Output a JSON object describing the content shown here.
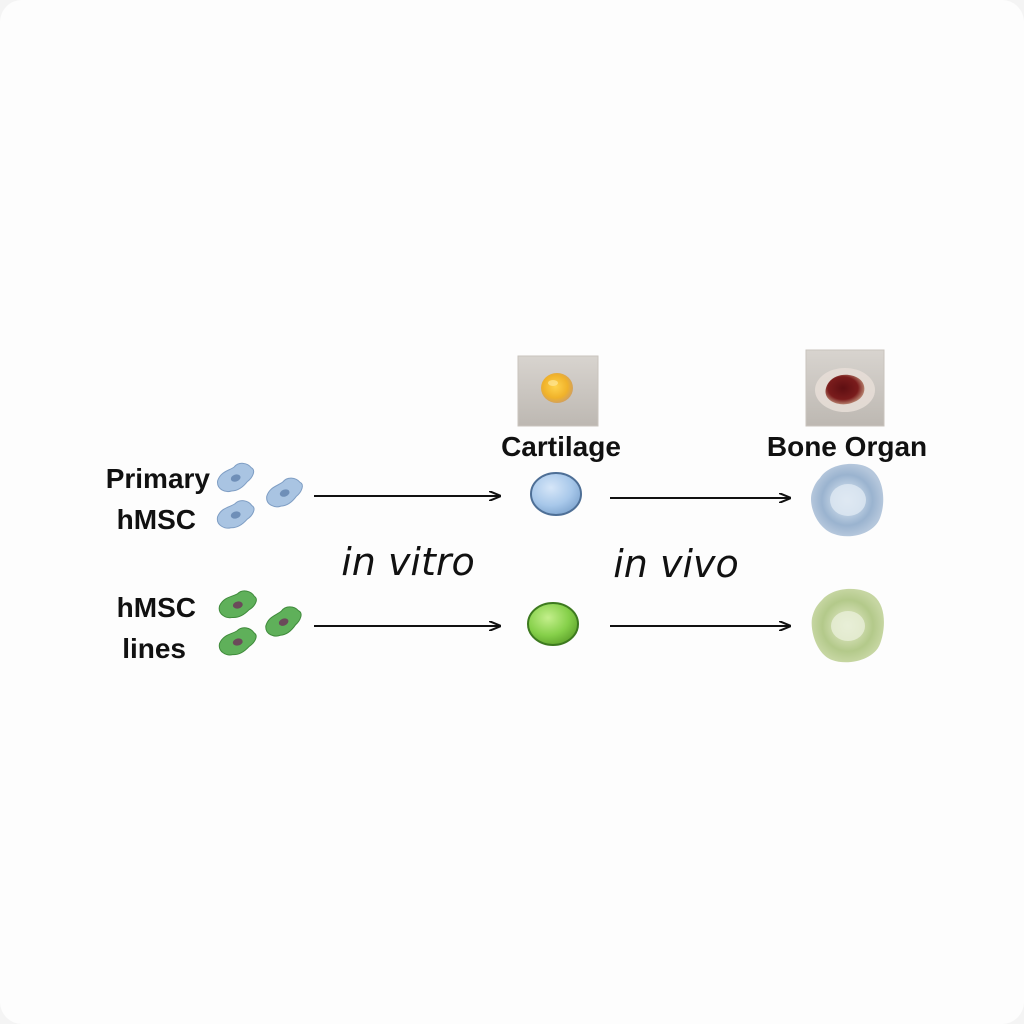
{
  "rows": [
    {
      "label_line1": "Primary",
      "label_line2": "hMSC"
    },
    {
      "label_line1": "hMSC",
      "label_line2": "lines"
    }
  ],
  "stage_labels": {
    "cartilage": "Cartilage",
    "bone_organ": "Bone Organ"
  },
  "process_labels": {
    "in_vitro": "in vitro",
    "in_vivo": "in vivo"
  },
  "colors": {
    "primary_cell": "#a9c4e2",
    "line_cell": "#5fb05a",
    "cartilage_primary": "#a8c8ea",
    "cartilage_line": "#86d04a",
    "bone_primary": "#9bb4d0",
    "bone_line": "#b7cc8e",
    "arrow": "#111111"
  }
}
